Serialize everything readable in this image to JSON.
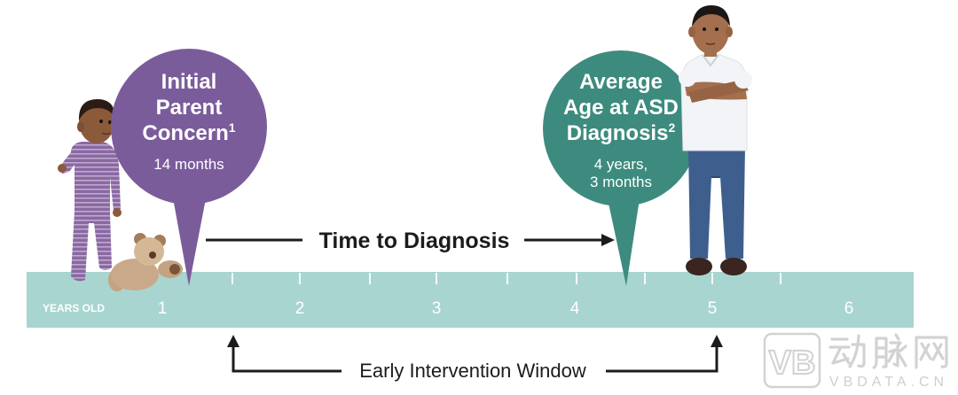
{
  "timeline": {
    "axis_label": "YEARS OLD",
    "years": [
      "1",
      "2",
      "3",
      "4",
      "5",
      "6"
    ],
    "bar_color": "#a8d5d0"
  },
  "initial_parent_concern": {
    "title": [
      "Initial",
      "Parent",
      "Concern"
    ],
    "footnote": "1",
    "age": "14 months",
    "color": "#7b5c9b"
  },
  "average_diagnosis_age": {
    "title": [
      "Average",
      "Age at ASD",
      "Diagnosis"
    ],
    "footnote": "2",
    "age": [
      "4 years,",
      "3 months"
    ],
    "color": "#3d8b7e"
  },
  "time_to_diagnosis": {
    "label": "Time to Diagnosis"
  },
  "early_intervention_window": {
    "label": "Early Intervention Window"
  },
  "watermark": {
    "logo": "VB",
    "name": "动脉网",
    "domain": "VBDATA.CN"
  }
}
